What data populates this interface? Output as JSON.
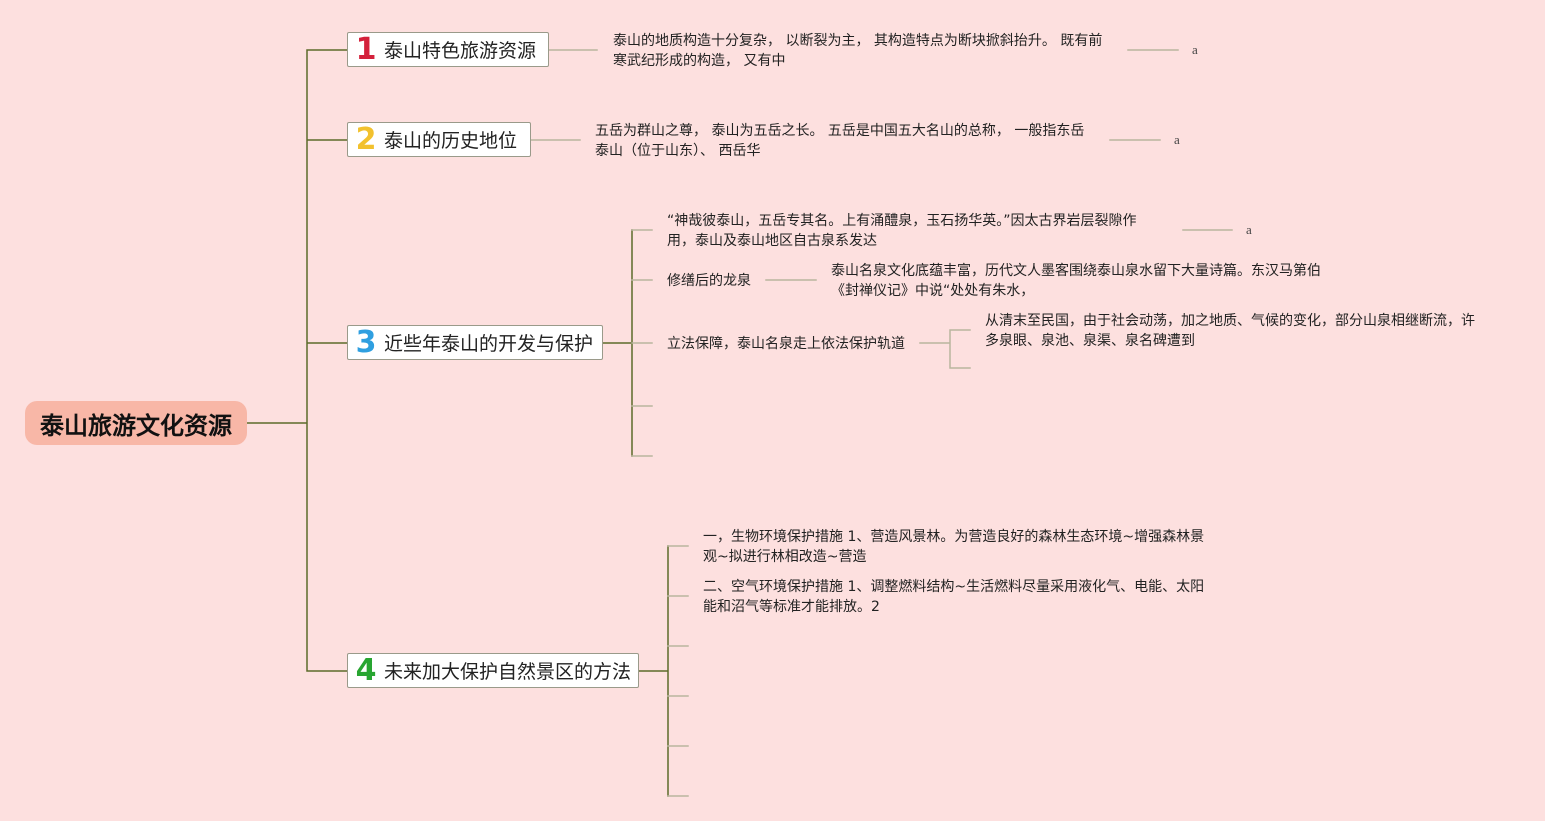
{
  "root": {
    "label": "泰山旅游文化资源"
  },
  "branches": [
    {
      "number": "1",
      "color": "#d4213b",
      "label": "泰山特色旅游资源",
      "note_line1": "泰山的地质构造十分复杂， 以断裂为主， 其构造特点为断块掀斜抬升。 既有前",
      "note_line2": "寒武纪形成的构造， 又有中",
      "tail": "a"
    },
    {
      "number": "2",
      "color": "#f2c12e",
      "label": "泰山的历史地位",
      "note_line1": "五岳为群山之尊， 泰山为五岳之长。 五岳是中国五大名山的总称， 一般指东岳",
      "note_line2": "泰山（位于山东）、 西岳华",
      "tail": "a"
    },
    {
      "number": "3",
      "color": "#2f9fe0",
      "label": "近些年泰山的开发与保护",
      "children": [
        {
          "line1": "“神哉彼泰山，五岳专其名。上有涌醴泉，玉石扬华英。”因太古界岩层裂隙作",
          "line2": "用，泰山及泰山地区自古泉系发达",
          "tail": "a"
        },
        {
          "label": "修缮后的龙泉",
          "note_line1": "泰山名泉文化底蕴丰富，历代文人墨客围绕泰山泉水留下大量诗篇。东汉马第伯",
          "note_line2": "《封禅仪记》中说“处处有朱水，"
        },
        {
          "label": "立法保障，泰山名泉走上依法保护轨道",
          "note_line1": "从清末至民国，由于社会动荡，加之地质、气候的变化，部分山泉相继断流，许",
          "note_line2": "多泉眼、泉池、泉渠、泉名碑遭到"
        }
      ]
    },
    {
      "number": "4",
      "color": "#28a531",
      "label": "未来加大保护自然景区的方法",
      "children": [
        {
          "line1": "一，生物环境保护措施 1、营造风景林。为营造良好的森林生态环境~增强森林景",
          "line2": "观~拟进行林相改造~营造"
        },
        {
          "line1": "二、空气环境保护措施 1、调整燃料结构~生活燃料尽量采用液化气、电能、太阳",
          "line2": "能和沼气等标准才能排放。2"
        }
      ]
    }
  ],
  "colors": {
    "background": "#fde0df",
    "root_fill": "#f8b7a7",
    "connector": "#5d6b2a",
    "leaf_line": "#b9b59e"
  }
}
